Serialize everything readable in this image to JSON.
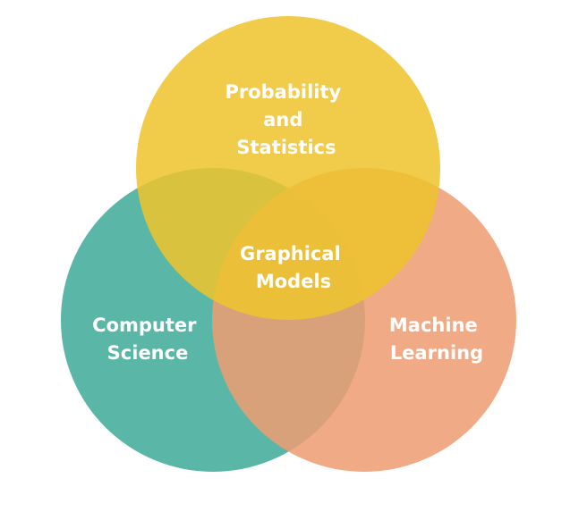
{
  "diagram": {
    "type": "venn",
    "sets": [
      {
        "id": "probability",
        "label_lines": [
          "Probability",
          "and",
          "Statistics"
        ],
        "color": "#EDC42C"
      },
      {
        "id": "computer-science",
        "label_lines": [
          "Computer",
          "Science"
        ],
        "color": "#3FAA98"
      },
      {
        "id": "machine-learning",
        "label_lines": [
          "Machine",
          "Learning"
        ],
        "color": "#EE9D72"
      }
    ],
    "intersection": {
      "label_lines": [
        "Graphical",
        "Models"
      ]
    }
  }
}
